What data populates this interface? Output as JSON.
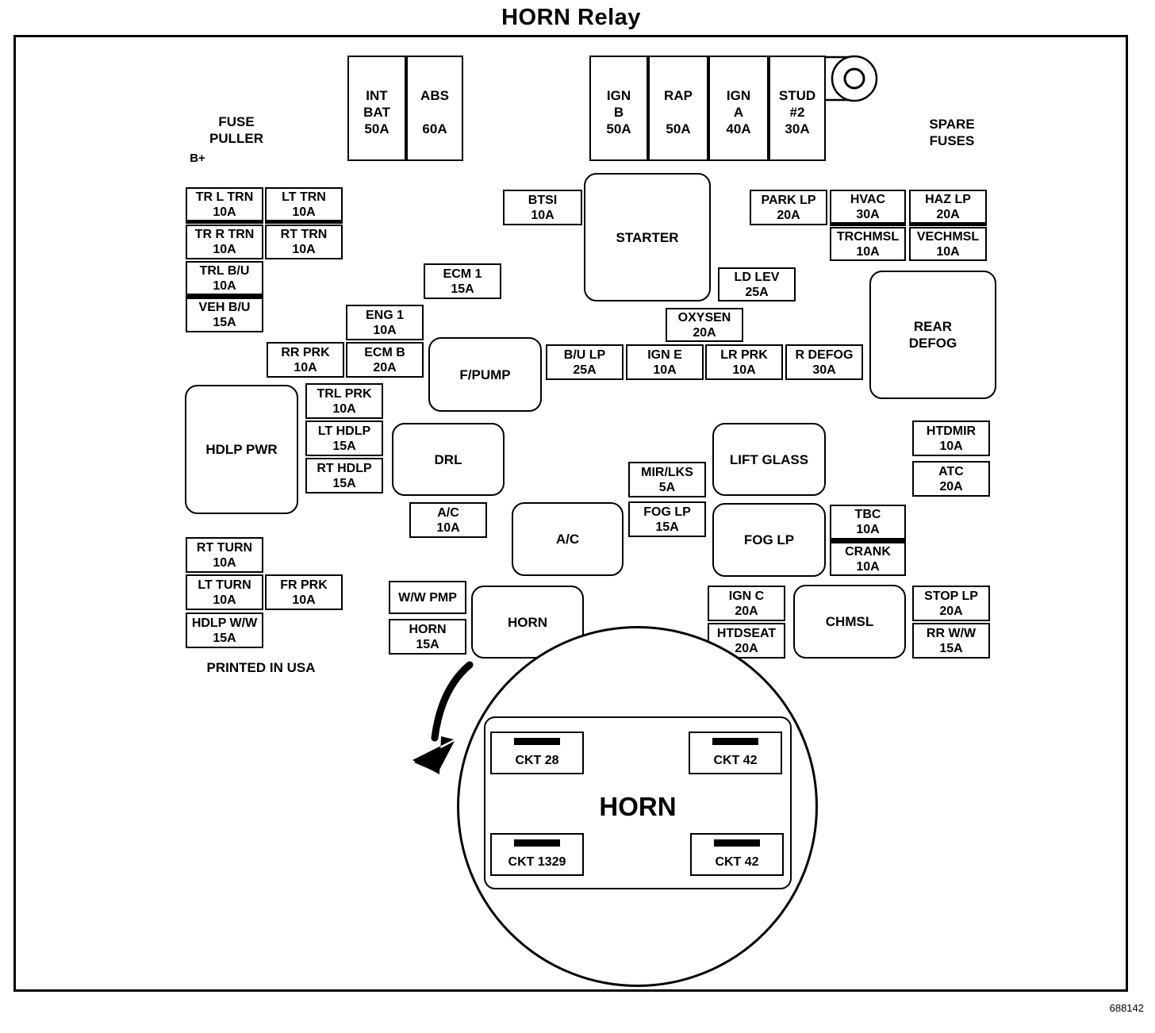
{
  "title": "HORN Relay",
  "figure_id": "688142",
  "labels": {
    "fuse_puller": "FUSE\nPULLER",
    "b_plus": "B+",
    "spare_fuses": "SPARE\nFUSES",
    "printed": "PRINTED IN USA"
  },
  "maxi_fuses": [
    {
      "id": "int-bat",
      "text": "INT\nBAT\n50A"
    },
    {
      "id": "abs",
      "text": "ABS\n\n60A"
    },
    {
      "id": "ign-b",
      "text": "IGN\nB\n50A"
    },
    {
      "id": "rap",
      "text": "RAP\n\n50A"
    },
    {
      "id": "ign-a",
      "text": "IGN\nA\n40A"
    },
    {
      "id": "stud-2",
      "text": "STUD\n#2\n30A"
    }
  ],
  "fuses": [
    {
      "id": "tr-l-trn",
      "text": "TR L TRN\n10A"
    },
    {
      "id": "lt-trn",
      "text": "LT TRN\n10A"
    },
    {
      "id": "tr-r-trn",
      "text": "TR R TRN\n10A"
    },
    {
      "id": "rt-trn",
      "text": "RT TRN\n10A"
    },
    {
      "id": "trl-bu",
      "text": "TRL B/U\n10A"
    },
    {
      "id": "veh-bu",
      "text": "VEH B/U\n15A"
    },
    {
      "id": "btsi",
      "text": "BTSI\n10A"
    },
    {
      "id": "ecm-1",
      "text": "ECM 1\n15A"
    },
    {
      "id": "eng-1",
      "text": "ENG 1\n10A"
    },
    {
      "id": "ecm-b",
      "text": "ECM B\n20A"
    },
    {
      "id": "rr-prk",
      "text": "RR PRK\n10A"
    },
    {
      "id": "trl-prk",
      "text": "TRL PRK\n10A"
    },
    {
      "id": "lt-hdlp",
      "text": "LT HDLP\n15A"
    },
    {
      "id": "rt-hdlp",
      "text": "RT HDLP\n15A"
    },
    {
      "id": "ac-fuse",
      "text": "A/C\n10A"
    },
    {
      "id": "park-lp",
      "text": "PARK LP\n20A"
    },
    {
      "id": "hvac",
      "text": "HVAC\n30A"
    },
    {
      "id": "haz-lp",
      "text": "HAZ LP\n20A"
    },
    {
      "id": "trchmsl",
      "text": "TRCHMSL\n10A"
    },
    {
      "id": "vechmsl",
      "text": "VECHMSL\n10A"
    },
    {
      "id": "ld-lev",
      "text": "LD LEV\n25A"
    },
    {
      "id": "oxysen",
      "text": "OXYSEN\n20A"
    },
    {
      "id": "bu-lp",
      "text": "B/U LP\n25A"
    },
    {
      "id": "ign-e",
      "text": "IGN E\n10A"
    },
    {
      "id": "lr-prk",
      "text": "LR PRK\n10A"
    },
    {
      "id": "r-defog",
      "text": "R DEFOG\n30A"
    },
    {
      "id": "htdmir",
      "text": "HTDMIR\n10A"
    },
    {
      "id": "atc",
      "text": "ATC\n20A"
    },
    {
      "id": "mir-lks",
      "text": "MIR/LKS\n5A"
    },
    {
      "id": "fog-lp-fuse",
      "text": "FOG LP\n15A"
    },
    {
      "id": "tbc",
      "text": "TBC\n10A"
    },
    {
      "id": "crank",
      "text": "CRANK\n10A"
    },
    {
      "id": "rt-turn",
      "text": "RT TURN\n10A"
    },
    {
      "id": "lt-turn",
      "text": "LT TURN\n10A"
    },
    {
      "id": "fr-prk",
      "text": "FR PRK\n10A"
    },
    {
      "id": "hdlp-ww",
      "text": "HDLP W/W\n15A"
    },
    {
      "id": "ww-pmp",
      "text": "W/W PMP"
    },
    {
      "id": "horn-fuse",
      "text": "HORN\n15A"
    },
    {
      "id": "ign-c",
      "text": "IGN C\n20A"
    },
    {
      "id": "htdseat",
      "text": "HTDSEAT\n20A"
    },
    {
      "id": "stop-lp",
      "text": "STOP LP\n20A"
    },
    {
      "id": "rr-ww",
      "text": "RR W/W\n15A"
    }
  ],
  "relays": [
    {
      "id": "starter",
      "text": "STARTER"
    },
    {
      "id": "rear-defog",
      "text": "REAR\nDEFOG"
    },
    {
      "id": "f-pump",
      "text": "F/PUMP"
    },
    {
      "id": "hdlp-pwr",
      "text": "HDLP PWR"
    },
    {
      "id": "drl",
      "text": "DRL"
    },
    {
      "id": "lift-glass",
      "text": "LIFT GLASS"
    },
    {
      "id": "ac-relay",
      "text": "A/C"
    },
    {
      "id": "fog-lp-relay",
      "text": "FOG LP"
    },
    {
      "id": "horn-relay",
      "text": "HORN"
    },
    {
      "id": "chmsl",
      "text": "CHMSL"
    }
  ],
  "zoom": {
    "title": "HORN",
    "terminals": [
      {
        "id": "ckt-28",
        "text": "CKT 28"
      },
      {
        "id": "ckt-42-top",
        "text": "CKT 42"
      },
      {
        "id": "ckt-1329",
        "text": "CKT 1329"
      },
      {
        "id": "ckt-42-bottom",
        "text": "CKT 42"
      }
    ]
  }
}
